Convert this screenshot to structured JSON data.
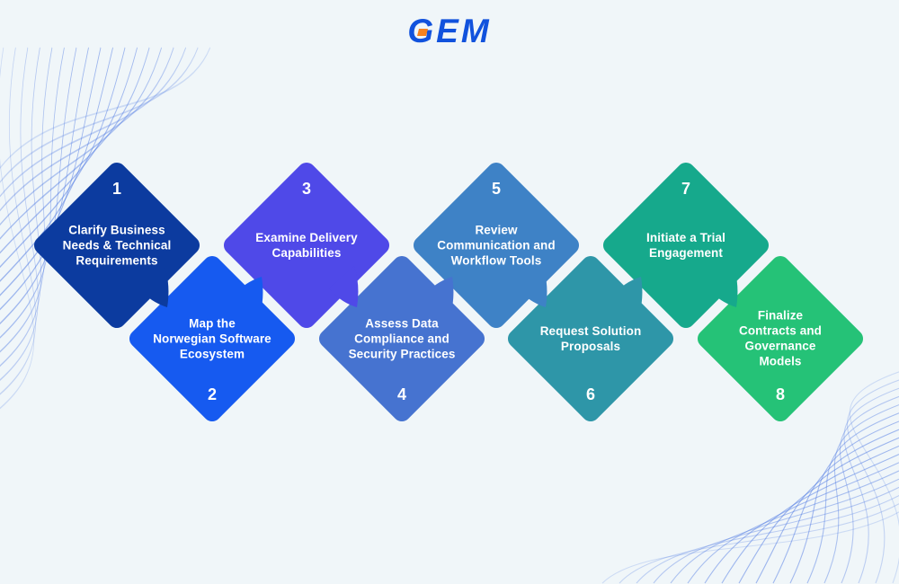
{
  "page": {
    "background": "#f0f6f9"
  },
  "logo": {
    "text": "GEM",
    "color": "#1152dd",
    "accent_color": "#f58220"
  },
  "decor": {
    "wave_color": "#4f79e3"
  },
  "steps": [
    {
      "number": "1",
      "title": "Clarify Business\nNeeds & Technical\nRequirements",
      "color": "#0c3b9f"
    },
    {
      "number": "2",
      "title": "Map the\nNorwegian Software\nEcosystem",
      "color": "#165af0"
    },
    {
      "number": "3",
      "title": "Examine Delivery\nCapabilities",
      "color": "#4f49e8"
    },
    {
      "number": "4",
      "title": "Assess Data\nCompliance and\nSecurity Practices",
      "color": "#4673d0"
    },
    {
      "number": "5",
      "title": "Review\nCommunication and\nWorkflow Tools",
      "color": "#3e82c6"
    },
    {
      "number": "6",
      "title": "Request Solution\nProposals",
      "color": "#2e96a8"
    },
    {
      "number": "7",
      "title": "Initiate a Trial\nEngagement",
      "color": "#16a98c"
    },
    {
      "number": "8",
      "title": "Finalize\nContracts and\nGovernance\nModels",
      "color": "#25c277"
    }
  ]
}
